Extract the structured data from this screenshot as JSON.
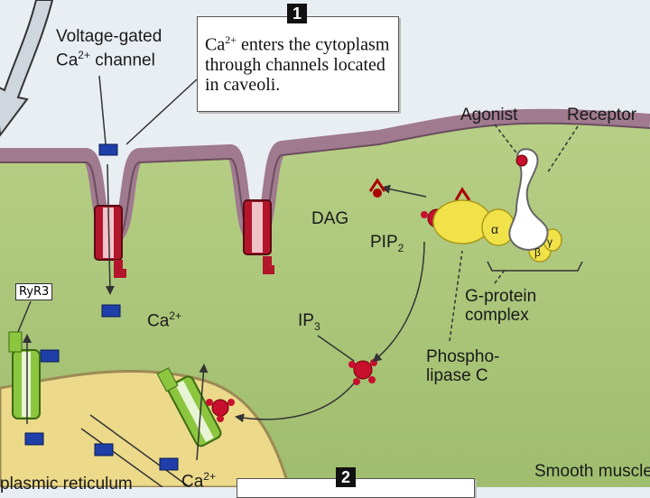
{
  "labels": {
    "vgcc_line1": "Voltage-gated",
    "vgcc_ca": "Ca",
    "vgcc_ca_sup": "2+",
    "vgcc_line2_rest": " channel",
    "step1_badge": "1",
    "step1_ca": "Ca",
    "step1_ca_sup": "2+",
    "step1_line1_rest": " enters the cytoplasm",
    "step1_line2": "through channels located",
    "step1_line3": "in caveoli.",
    "agonist": "Agonist",
    "receptor": "Receptor",
    "dag": "DAG",
    "pip": "PIP",
    "pip_sub": "2",
    "alpha": "α",
    "beta": "β",
    "gamma": "γ",
    "ryr3": "RyR3",
    "ca_cyto": "Ca",
    "ca_cyto_sup": "2+",
    "ip": "IP",
    "ip_sub": "3",
    "gprotein_line1": "G-protein",
    "gprotein_line2": "complex",
    "plc_line1": "Phospho-",
    "plc_line2": "lipase C",
    "ca_sr": "Ca",
    "ca_sr_sup": "2+",
    "smooth_muscle": "Smooth muscle",
    "sr_partial": "plasmic reticulum",
    "step2_badge": "2"
  },
  "colors": {
    "background": "#e9eef3",
    "extracellular": "#dfe7ee",
    "membrane": "#a07a8e",
    "cytoplasm": "#a9c47a",
    "reticulum": "#ecd98a",
    "channel_red": "#b3162a",
    "ryr_green": "#8cc63f",
    "calcium_blue": "#1f3fa8",
    "ip3_red": "#c8102e",
    "plc_yellow": "#f2e24a"
  }
}
